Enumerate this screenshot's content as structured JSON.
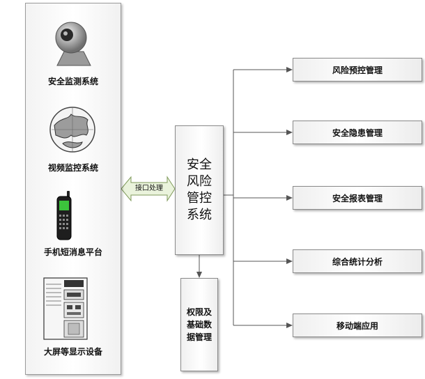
{
  "devices": [
    {
      "label": "安全监测系统",
      "icon": "webcam-icon"
    },
    {
      "label": "视频监控系统",
      "icon": "globe-icon"
    },
    {
      "label": "手机短消息平台",
      "icon": "mobile-phone-icon"
    },
    {
      "label": "大屏等显示设备",
      "icon": "display-cabinet-icon"
    }
  ],
  "interface": {
    "label": "接口处理"
  },
  "center": {
    "title": "安全风险管控系统"
  },
  "bottom": {
    "title": "权限及基础数据管理"
  },
  "modules": [
    {
      "label": "风险预控管理"
    },
    {
      "label": "安全隐患管理"
    },
    {
      "label": "安全报表管理"
    },
    {
      "label": "综合统计分析"
    },
    {
      "label": "移动端应用"
    }
  ],
  "colors": {
    "line": "#555555",
    "arrow_fill": "#eaf3dc",
    "arrow_stroke": "#7f9a5a",
    "phone_screen": "#3cc43c"
  }
}
